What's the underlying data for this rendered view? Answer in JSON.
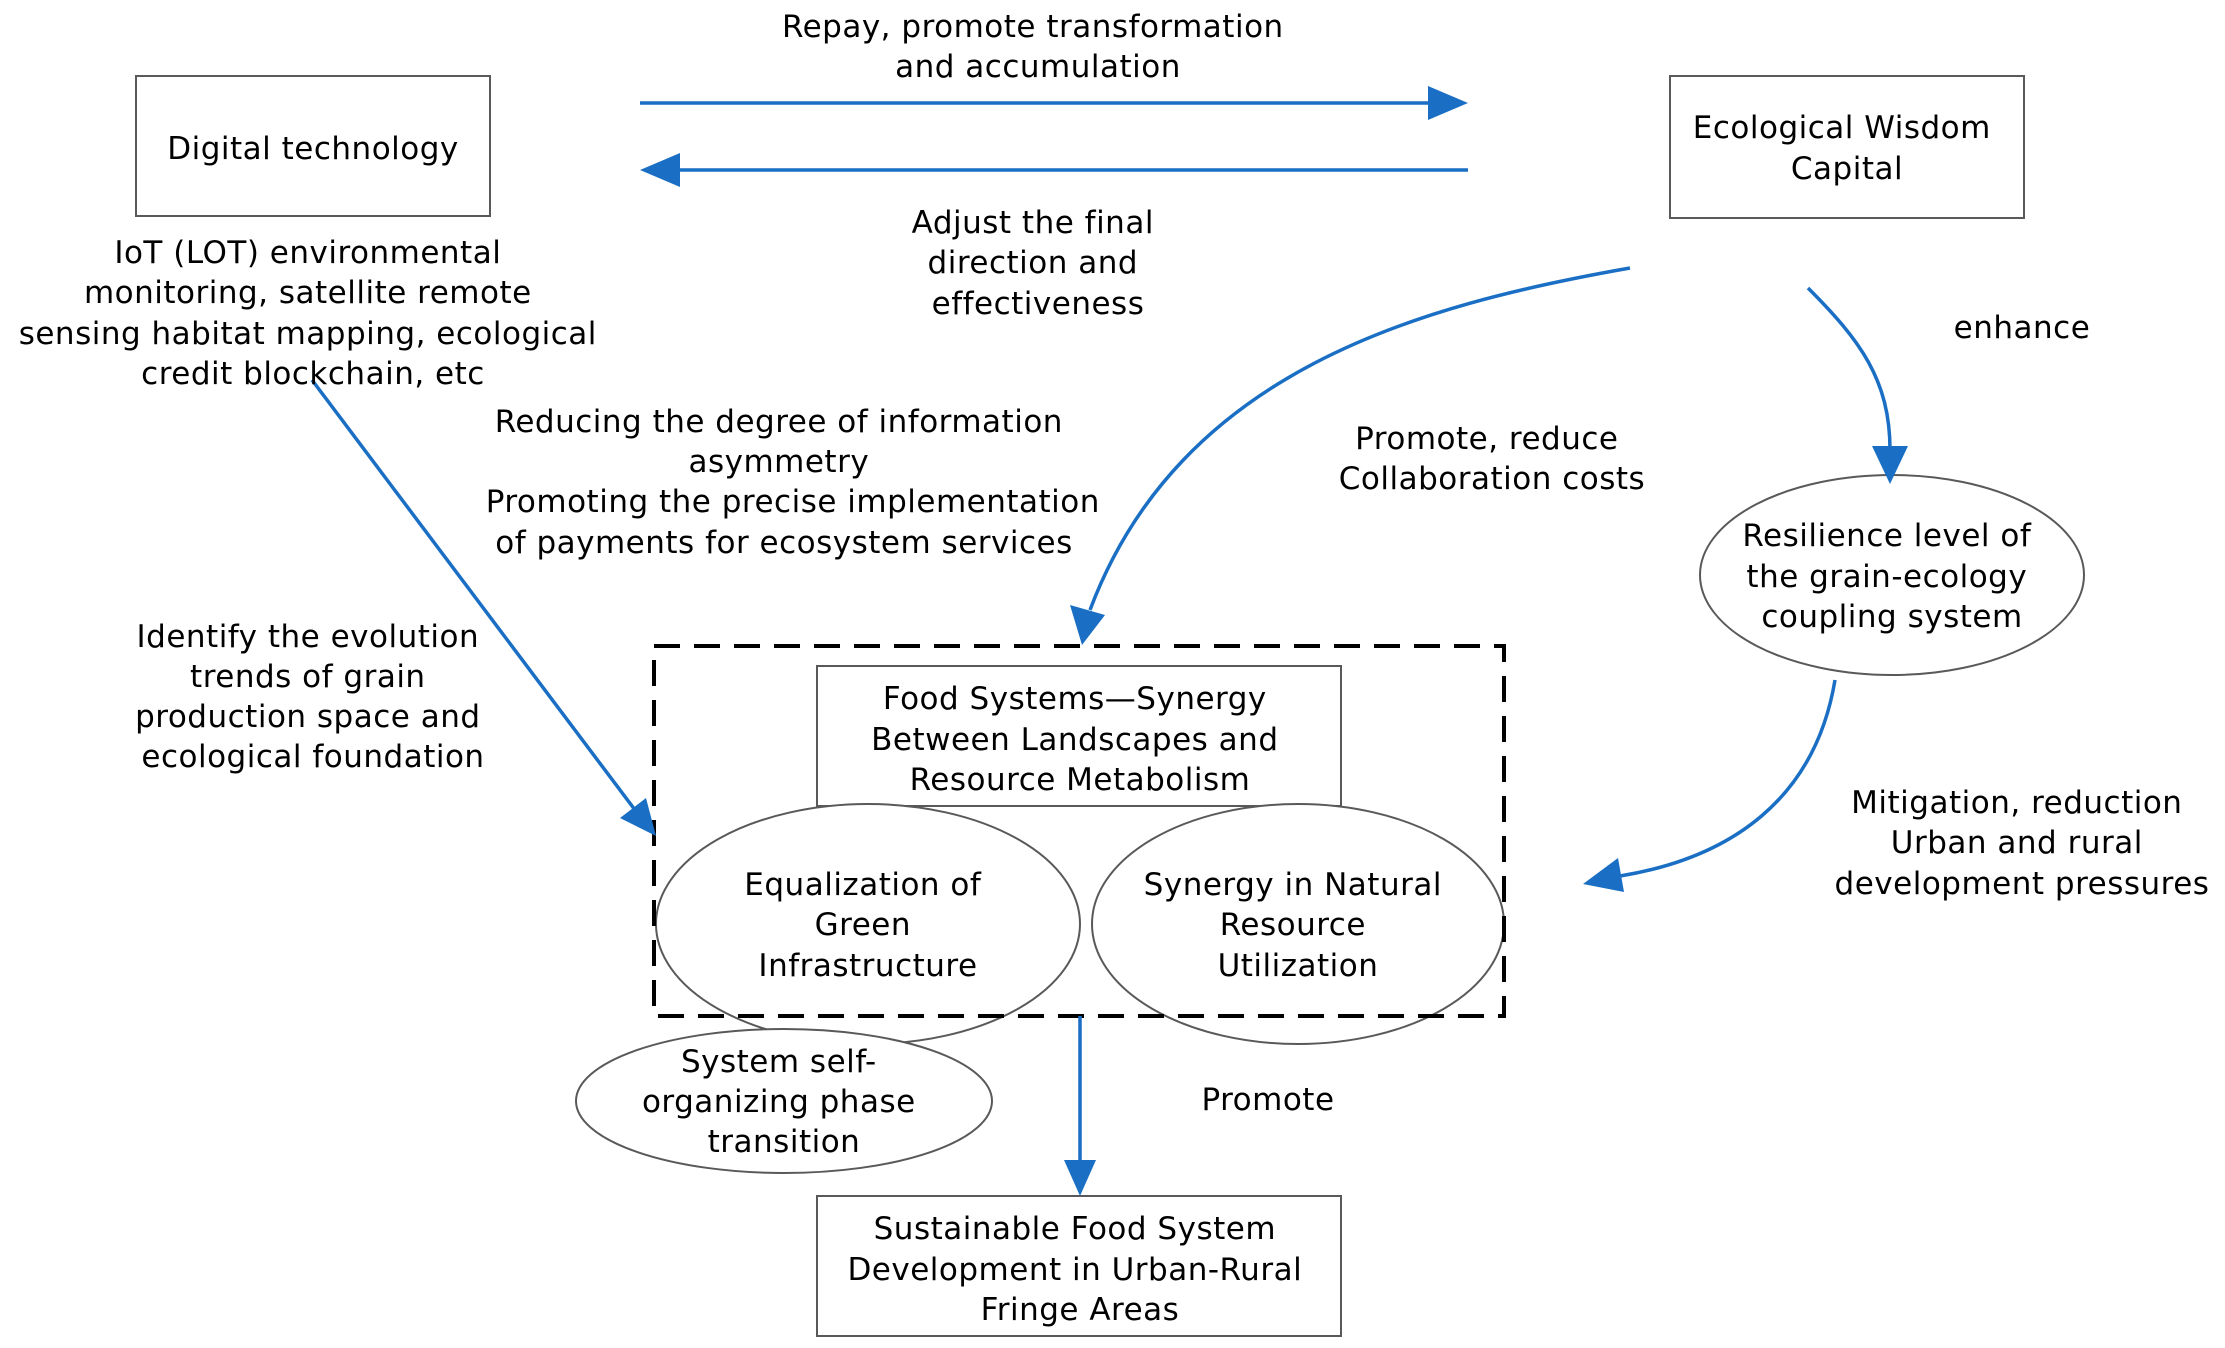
{
  "colors": {
    "arrow": "#1a6fc4",
    "box_border": "#595959",
    "text": "#000000"
  },
  "nodes": {
    "digital_technology": [
      "Digital technology"
    ],
    "ecological_wisdom_capital": [
      "Ecological Wisdom",
      "Capital"
    ],
    "resilience": [
      "Resilience level of",
      "the grain-ecology",
      "coupling system"
    ],
    "food_systems": [
      "Food Systems—Synergy",
      "Between Landscapes and",
      "Resource Metabolism"
    ],
    "equalization": [
      "Equalization of",
      "Green",
      "Infrastructure"
    ],
    "synergy_natural": [
      "Synergy in Natural",
      "Resource",
      "Utilization"
    ],
    "self_organizing": [
      "System self-",
      "organizing phase",
      "transition"
    ],
    "sustainable": [
      "Sustainable Food System",
      "Development in Urban-Rural",
      "Fringe Areas"
    ]
  },
  "labels": {
    "repay": [
      "Repay, promote transformation",
      "and accumulation"
    ],
    "adjust": [
      "Adjust the final",
      "direction and",
      "effectiveness"
    ],
    "iot": [
      "IoT (LOT) environmental",
      "monitoring, satellite remote",
      "sensing habitat mapping, ecological",
      "credit blockchain, etc"
    ],
    "enhance": [
      "enhance"
    ],
    "reducing": [
      "Reducing the degree of information",
      "asymmetry",
      "Promoting the precise implementation",
      "of payments for ecosystem services"
    ],
    "promote_reduce": [
      "Promote, reduce",
      "Collaboration costs"
    ],
    "identify": [
      "Identify the evolution",
      "trends of grain",
      "production space and",
      "ecological foundation"
    ],
    "mitigation": [
      "Mitigation, reduction",
      "Urban and rural",
      "development pressures"
    ],
    "promote": [
      "Promote"
    ]
  }
}
